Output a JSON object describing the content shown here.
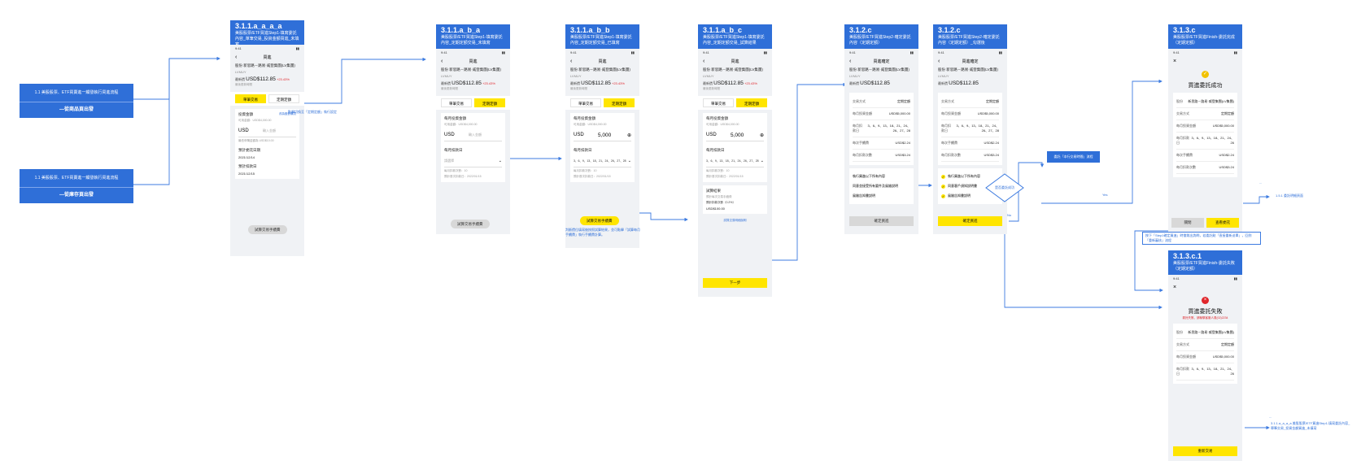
{
  "stock": {
    "name": "股份 新思路－路易·威登集團(LV集團)",
    "code": "LVMUY",
    "price_label": "最新價",
    "price": "USD$112.85",
    "change": "+23.43%",
    "time_label": "最後更新時間"
  },
  "entries": [
    {
      "line1": "1.1 美股股票、ETF買賣進一觸發執行買進流程",
      "line2": "—從商品頁出發"
    },
    {
      "line1": "1.1 美股股票、ETF買賣進一觸發執行買進流程",
      "line2": "—從庫存頁出發"
    }
  ],
  "frames": [
    {
      "code": "3.1.1.a_a_a_a",
      "desc": "美股股票/ETF買進Step1-填寫委託內容_單筆交易_投資金額買進_未填寫"
    },
    {
      "code": "3.1.1.a_b_a",
      "desc": "美股股票/ETF買進Step1-填寫委託內容_定期定額交易_未填寫"
    },
    {
      "code": "3.1.1.a_b_b",
      "desc": "美股股票/ETF買進Step1-填寫委託內容_定期定額交易_已填寫"
    },
    {
      "code": "3.1.1.a_b_c",
      "desc": "美股股票/ETF買進Step1-填寫委託內容_定期定額交易_試算結果"
    },
    {
      "code": "3.1.2.c",
      "desc": "美股股票/ETF買進Step2-確定委託內容（定期定額）"
    },
    {
      "code": "3.1.2.c",
      "desc": "美股股票/ETF買進Step2-確定委託內容（定期定額）_勾選後"
    },
    {
      "code": "3.1.3.c",
      "desc": "美股股票/ETF買進Finish-委託完成（定期定額）"
    },
    {
      "code": "3.1.3.c.1",
      "desc": "美股股票/ETF買進Finish-委託失敗（定期定額）"
    }
  ],
  "screen": {
    "status_time": "9:41",
    "nav_title_buy": "買進",
    "nav_title_confirm": "買進確定",
    "tab_single": "單筆交易",
    "tab_regular": "定期定額",
    "invest_amount": "投資金額",
    "invest_mode_link": "改為股數購買",
    "available": "可用金額：USD$4,000.00",
    "currency": "USD",
    "amount_placeholder": "輸入金額",
    "amount_value": "5,000",
    "min_hint": "最低申購金額為 USD$10.00",
    "est_trade_date": "預計委託日期",
    "date1": "2021/12/14",
    "est_settle_date": "預計扣款日",
    "date2": "2021/12/15",
    "monthly_amount": "每月投資金額",
    "monthly_available": "可用金額：USD$4,000.00",
    "monthly_day": "每月扣款日",
    "day_placeholder": "請選擇",
    "days_selected": "3、6、9、13、18、21、24、26、27、28",
    "monthly_count": "每月扣款次數：10",
    "first_deduct": "預計首次扣款日：2022/01/15",
    "calc_result": "試算結果",
    "est_fee_label": "預計每次交易手續費",
    "est_fee_value": "USD$100.00",
    "est_times_label": "預計扣款次數（0.2%）",
    "calc_link": "試算交易明細說明",
    "next": "下一步",
    "calc_button": "試算交易手續費"
  },
  "confirm": {
    "rows": [
      {
        "label": "交易方式",
        "value": "定期定額"
      },
      {
        "label": "每月投資金額",
        "value": "USD$5,000.00"
      },
      {
        "label": "每月扣款日",
        "value": "3、6、9、13、18、21、24、26、27、28"
      },
      {
        "label": "每次手續費",
        "value": "USD$2.24"
      },
      {
        "label": "每月扣款次數",
        "value": "USD$3.24"
      }
    ],
    "checks": [
      {
        "label": "執行買進以下所有內容"
      },
      {
        "label": "同意並接受所有要件及風險說明"
      },
      {
        "label": "同意客戶須知說明書"
      },
      {
        "label": "風險告知書說明"
      }
    ],
    "confirm_button": "確定買進"
  },
  "result": {
    "success_title": "買進委託成功",
    "fail_title": "買進委託失敗",
    "fail_reason": "委託失敗，請聯繫客服人員(02)2234",
    "stock_row_label": "股份",
    "stock_row_value": "新思路－路易·威登集團(LV集團)",
    "back_button": "關閉",
    "view_button": "查看委託",
    "retry_button": "重新交易",
    "rows": [
      {
        "label": "交易方式",
        "value": "定期定額"
      },
      {
        "label": "每月投資金額",
        "value": "USD$5,000.00"
      },
      {
        "label": "每月扣款日",
        "value": "3、6、9、13、18、21、24、26"
      },
      {
        "label": "每次手續費",
        "value": "USD$2.24"
      },
      {
        "label": "每月扣款次數",
        "value": "USD$3.24"
      }
    ]
  },
  "notes": {
    "switch_regular": "點擊切換至「定期定額」執行設定",
    "calc_hint": "判斷價位填寫後按照試算結果，並可點擊「試算每月手續費」執行手續費計算。",
    "ok_link": "1.5.1 委託明細頁面",
    "retry_note": "3.1.1.a_a_a_a 美股股票/ETF買進Step1-填寫委託內容_單筆交易_投資金額買進_未填寫",
    "modal_note": "按下「Step1確定買進」時會跳出詢問，若委託點「直接重新送單」，回到「重新審核」流程",
    "check_box": "委託「本行交易時間」流程",
    "diamond": "是否委託成功",
    "yes": "Yes",
    "no": "No",
    "ellipsis": "..."
  },
  "colors": {
    "accent_blue": "#2f6fd8",
    "brand_yellow": "#ffe500",
    "error_red": "#e0262b",
    "success_yellow": "#f2c200"
  }
}
